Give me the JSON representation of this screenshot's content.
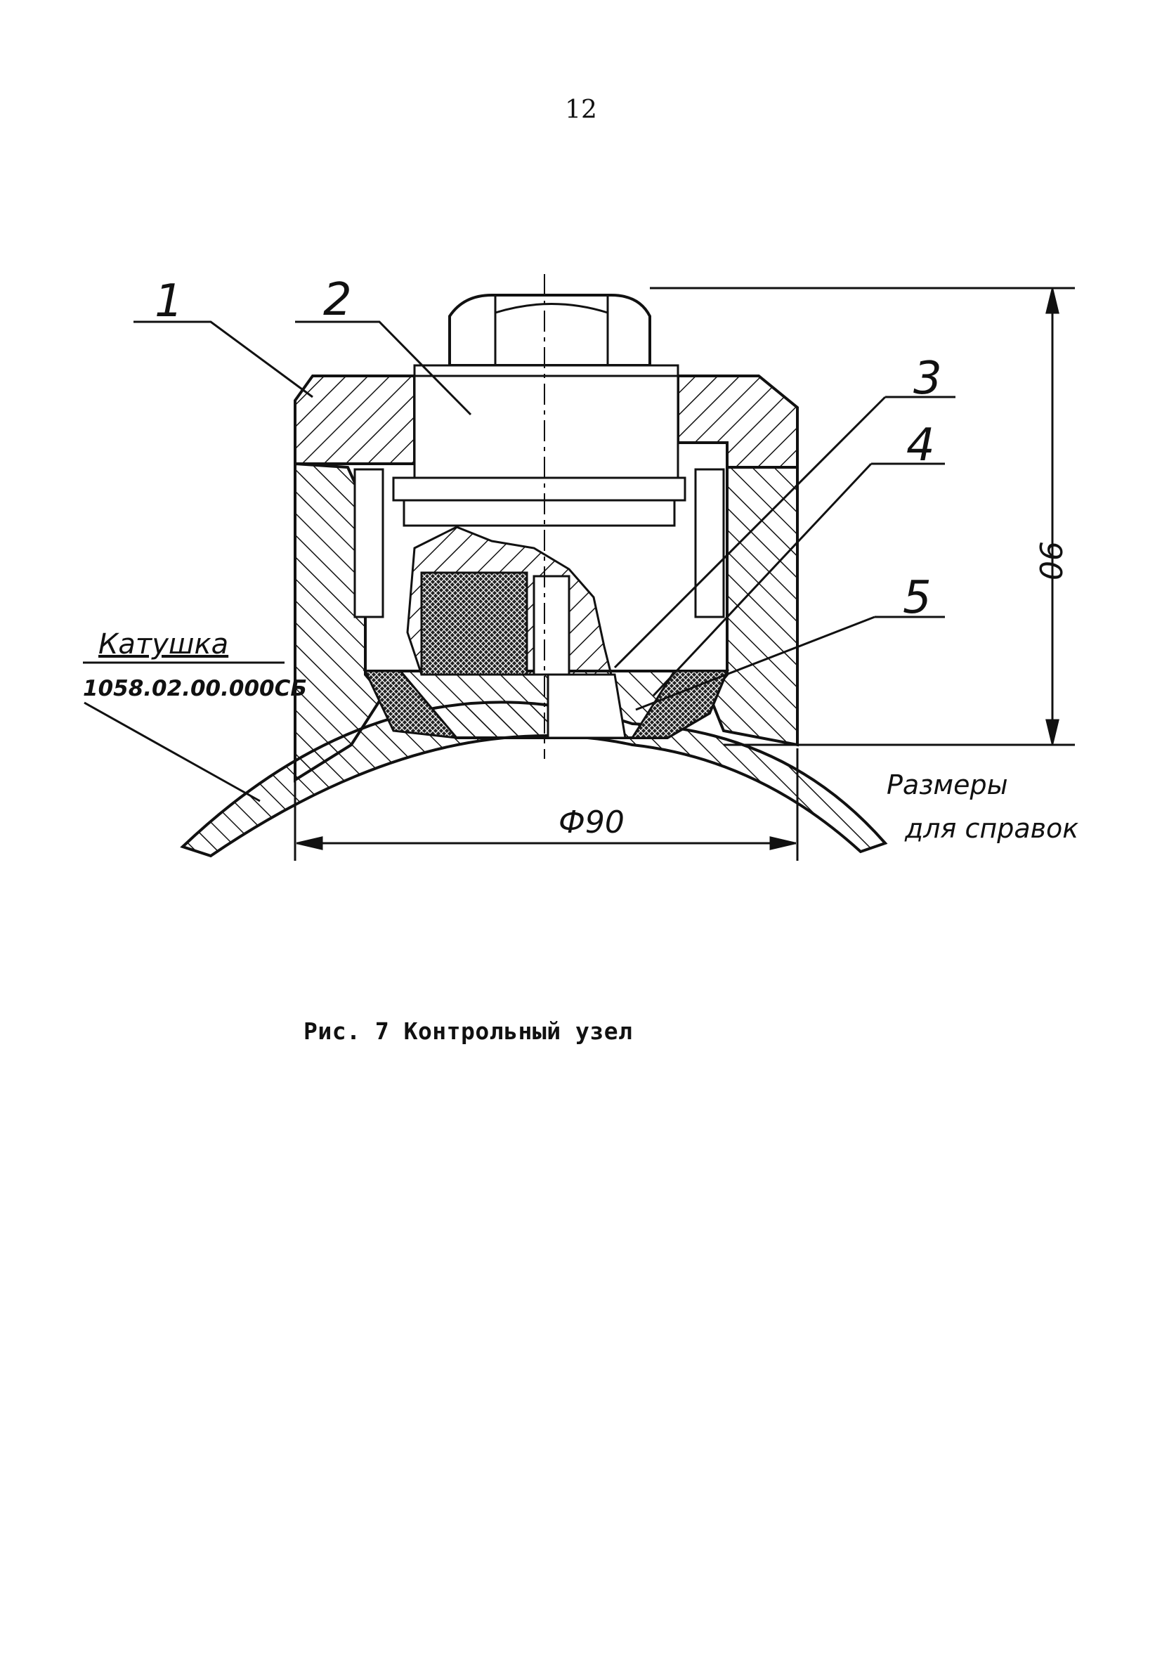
{
  "page": {
    "number": "12"
  },
  "figure": {
    "caption": "Рис. 7 Контрольный узел",
    "callouts": [
      "1",
      "2",
      "3",
      "4",
      "5"
    ],
    "labels": {
      "coil_title": "Катушка",
      "coil_code": "1058.02.00.000СБ",
      "reference_line1": "Размеры",
      "reference_line2": "для справок"
    },
    "dimensions": {
      "height": "90",
      "diameter": "Ф90"
    }
  }
}
